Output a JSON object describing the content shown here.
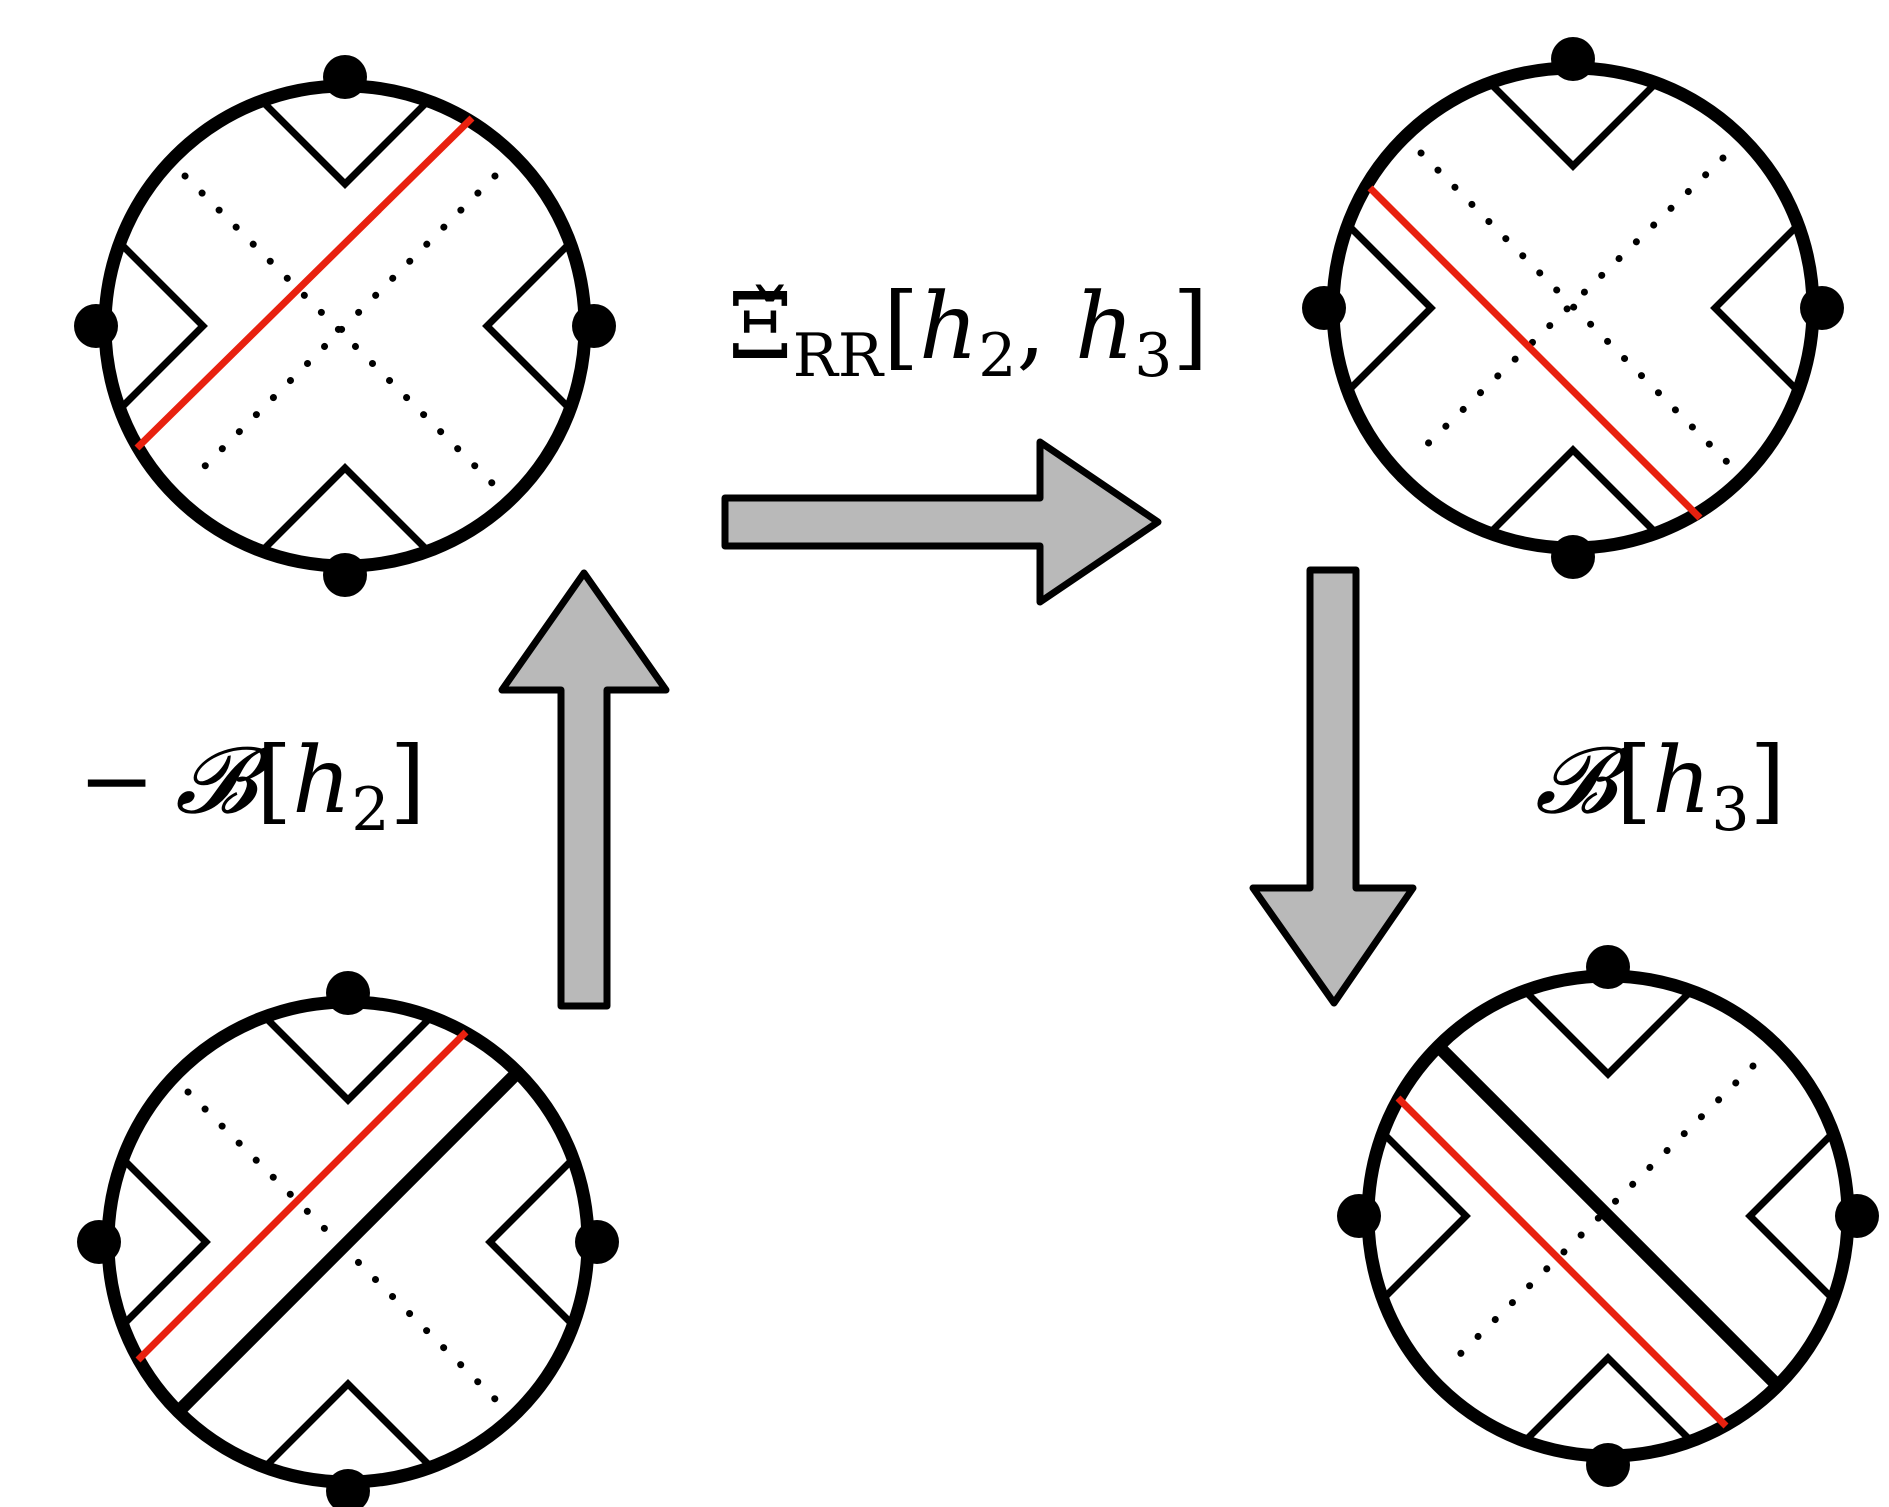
{
  "labels": {
    "top_label": {
      "base": "Ξ̌",
      "sub": "RR",
      "open": "[",
      "arg1": "h",
      "arg1_sub": "2",
      "comma": ", ",
      "arg2": "h",
      "arg2_sub": "3",
      "close": "]"
    },
    "left_label": {
      "sign": "−",
      "op": "𝓑",
      "open": "[",
      "arg": "h",
      "arg_sub": "2",
      "close": "]"
    },
    "right_label": {
      "op": "𝓑",
      "open": "[",
      "arg": "h",
      "arg_sub": "3",
      "close": "]"
    }
  },
  "colors": {
    "stroke": "#000000",
    "red_line": "#e8210f",
    "arrow_fill": "#b9b9b9",
    "background": "#ffffff"
  }
}
